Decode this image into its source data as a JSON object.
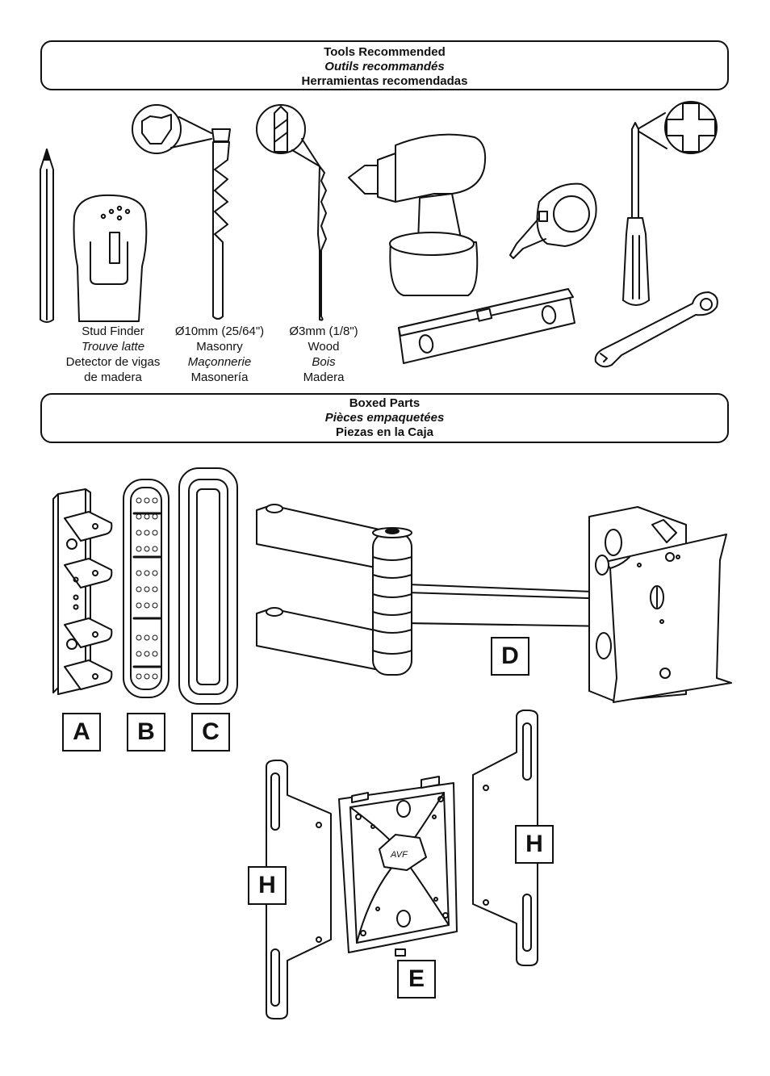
{
  "tools_banner": {
    "line1": "Tools Recommended",
    "line2": "Outils recommandés",
    "line3": "Herramientas recomendadas"
  },
  "tools": {
    "stud_finder": [
      "Stud Finder",
      "Trouve latte",
      "Detector de vigas",
      "de madera"
    ],
    "masonry_bit": [
      "Ø10mm (25/64\")",
      "Masonry",
      "Maçonnerie",
      "Masonería"
    ],
    "wood_bit": [
      "Ø3mm (1/8\")",
      "Wood",
      "Bois",
      "Madera"
    ]
  },
  "parts_banner": {
    "line1": "Boxed Parts",
    "line2": "Pièces empaquetées",
    "line3": "Piezas en la Caja"
  },
  "part_labels": {
    "a": "A",
    "b": "B",
    "c": "C",
    "d": "D",
    "e": "E",
    "h1": "H",
    "h2": "H"
  }
}
